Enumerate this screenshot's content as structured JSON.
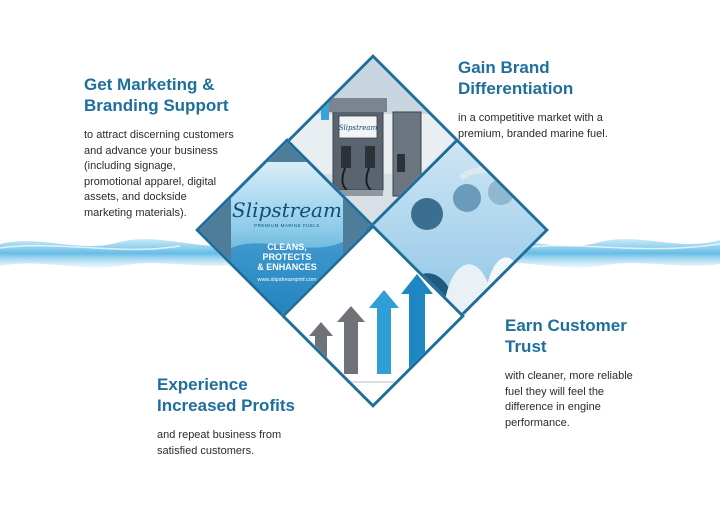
{
  "blocks": {
    "marketing": {
      "heading": "Get Marketing & Branding Support",
      "body": "to attract discerning customers and advance your business (including signage, promotional apparel, digital assets, and dockside marketing materials)."
    },
    "brand": {
      "heading": "Gain Brand Differentiation",
      "body": "in a competitive market with a premium, branded marine fuel."
    },
    "trust": {
      "heading": "Earn Customer Trust",
      "body": "with cleaner, more reliable fuel they will feel the difference in engine performance."
    },
    "profits": {
      "heading": "Experience Increased Profits",
      "body": "and repeat business from satisfied customers."
    }
  },
  "poster": {
    "logo": "Slipstream",
    "subtitle": "PREMIUM MARINE FUELS",
    "tagline_1": "CLEANS,",
    "tagline_2": "PROTECTS",
    "tagline_3": "& ENHANCES",
    "url": "www.slipstreampmf.com"
  },
  "pump_label": "Slipstream",
  "colors": {
    "heading": "#1e6e9e",
    "border": "#1f6e9c",
    "water": "#5fb8e3"
  }
}
